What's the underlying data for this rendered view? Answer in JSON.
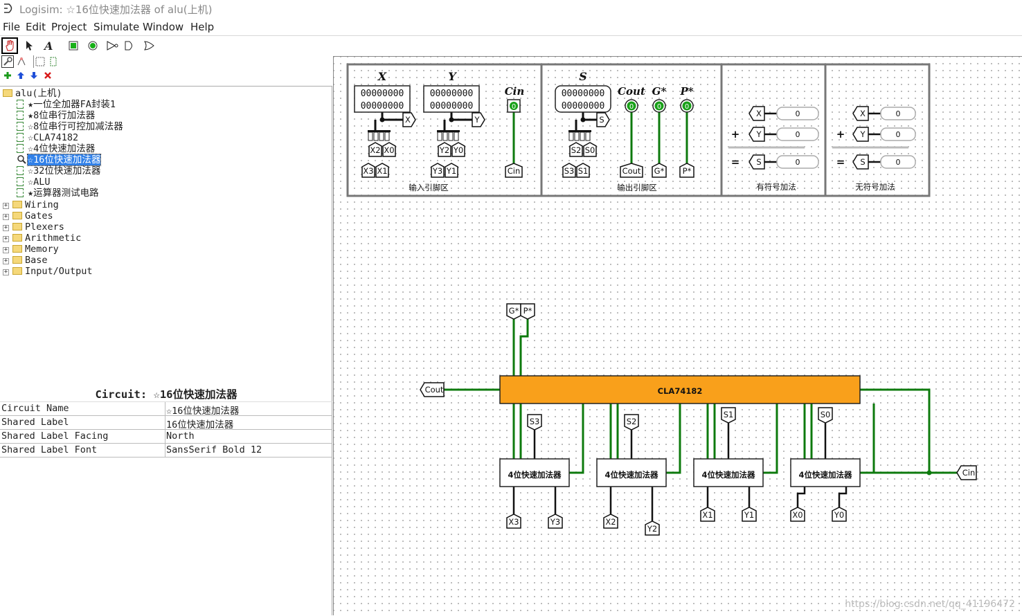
{
  "window": {
    "title": "Logisim: ☆16位快速加法器 of alu(上机)"
  },
  "menu": [
    "File",
    "Edit",
    "Project",
    "Simulate",
    "Window",
    "Help"
  ],
  "tree": {
    "root": "alu(上机)",
    "circuits": [
      "★一位全加器FA封装1",
      "★8位串行加法器",
      "☆8位串行可控加减法器",
      "☆CLA74182",
      "☆4位快速加法器",
      "☆16位快速加法器",
      "☆32位快速加法器",
      "☆ALU",
      "★运算器测试电路"
    ],
    "selected_index": 5,
    "libraries": [
      "Wiring",
      "Gates",
      "Plexers",
      "Arithmetic",
      "Memory",
      "Base",
      "Input/Output"
    ]
  },
  "attributes": {
    "title": "Circuit: ☆16位快速加法器",
    "rows": [
      {
        "key": "Circuit Name",
        "value": "☆16位快速加法器"
      },
      {
        "key": "Shared Label",
        "value": "16位快速加法器"
      },
      {
        "key": "Shared Label Facing",
        "value": "North"
      },
      {
        "key": "Shared Label Font",
        "value": "SansSerif Bold 12"
      }
    ]
  },
  "circuit": {
    "panel_input": {
      "caption": "输入引脚区",
      "x_title": "X",
      "y_title": "Y",
      "cin_title": "Cin",
      "pin_bits": "00000000",
      "cin_value": "0",
      "x_tunnel": "X",
      "y_tunnel": "Y",
      "x_outs": [
        "X2",
        "X0",
        "X3",
        "X1"
      ],
      "y_outs": [
        "Y2",
        "Y0",
        "Y3",
        "Y1"
      ],
      "cin_tunnel": "Cin"
    },
    "panel_output": {
      "caption": "输出引脚区",
      "s_title": "S",
      "cout_title": "Cout",
      "g_title": "G*",
      "p_title": "P*",
      "pin_bits": "00000000",
      "led_value": "0",
      "s_tunnel": "S",
      "s_ins": [
        "S2",
        "S0",
        "S3",
        "S1"
      ],
      "cout_tunnel": "Cout",
      "g_tunnel": "G*",
      "p_tunnel": "P*"
    },
    "panel_signed": {
      "caption": "有符号加法",
      "x": "X",
      "y": "Y",
      "s": "S",
      "plus": "+",
      "eq": "=",
      "vals": [
        "0",
        "0",
        "0"
      ]
    },
    "panel_unsigned": {
      "caption": "无符号加法",
      "x": "X",
      "y": "Y",
      "s": "S",
      "plus": "+",
      "eq": "=",
      "vals": [
        "0",
        "0",
        "0"
      ]
    },
    "cla_label": "CLA74182",
    "adder_label": "4位快速加法器",
    "g_tunnel": "G*",
    "p_tunnel": "P*",
    "cout_tunnel": "Cout",
    "cin_tunnel": "Cin",
    "s_tunnels": [
      "S3",
      "S2",
      "S1",
      "S0"
    ],
    "x_tunnels": [
      "X3",
      "X2",
      "X1",
      "X0"
    ],
    "y_tunnels": [
      "Y3",
      "Y2",
      "Y1",
      "Y0"
    ],
    "colors": {
      "wire": "#0d7a0d",
      "cla_fill": "#f9a01b",
      "led": "#18a018"
    }
  },
  "watermark": "https://blog.csdn.net/qq_41196472"
}
